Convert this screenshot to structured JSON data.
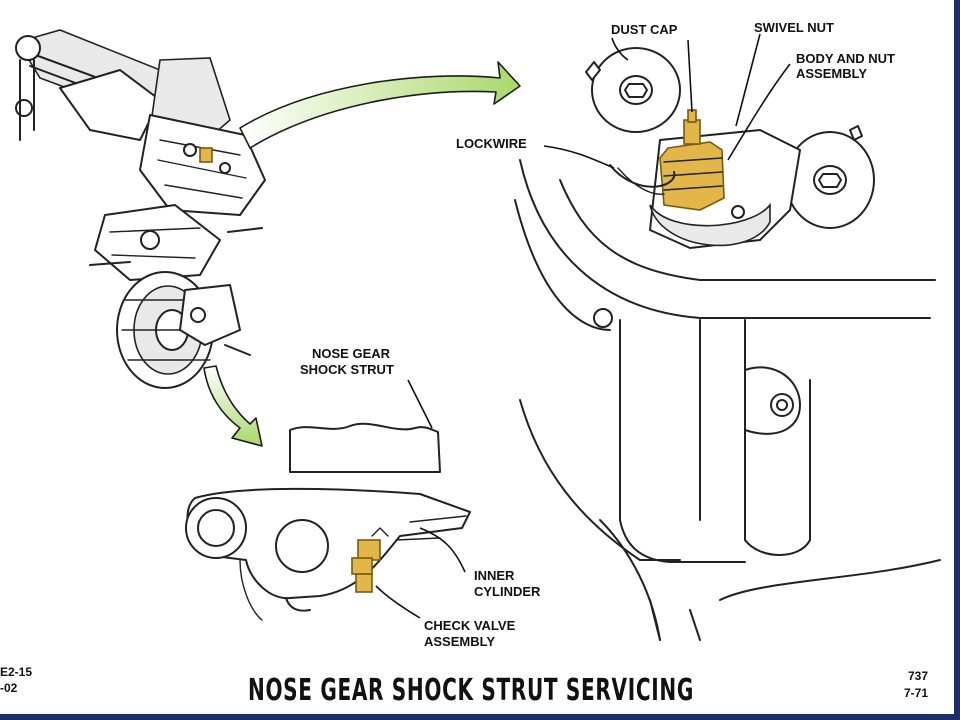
{
  "title": "NOSE GEAR SHOCK STRUT SERVICING",
  "labels": {
    "dust_cap": "DUST CAP",
    "swivel_nut": "SWIVEL NUT",
    "body_and_nut_assembly_line1": "BODY AND NUT",
    "body_and_nut_assembly_line2": "ASSEMBLY",
    "lockwire": "LOCKWIRE",
    "nose_gear_shock_strut_line1": "NOSE GEAR",
    "nose_gear_shock_strut_line2": "SHOCK STRUT",
    "inner_cylinder_line1": "INNER",
    "inner_cylinder_line2": "CYLINDER",
    "check_valve_assembly_line1": "CHECK VALVE",
    "check_valve_assembly_line2": "ASSEMBLY"
  },
  "corner_left": {
    "line1": "E2-15",
    "line2": "-02"
  },
  "corner_right": {
    "line1": "737",
    "line2": "7-71"
  },
  "colors": {
    "arrow_green": "#a9d86a",
    "highlight_brass": "#e3b64a",
    "ink": "#222222",
    "border_blue": "#1d2f6b"
  }
}
